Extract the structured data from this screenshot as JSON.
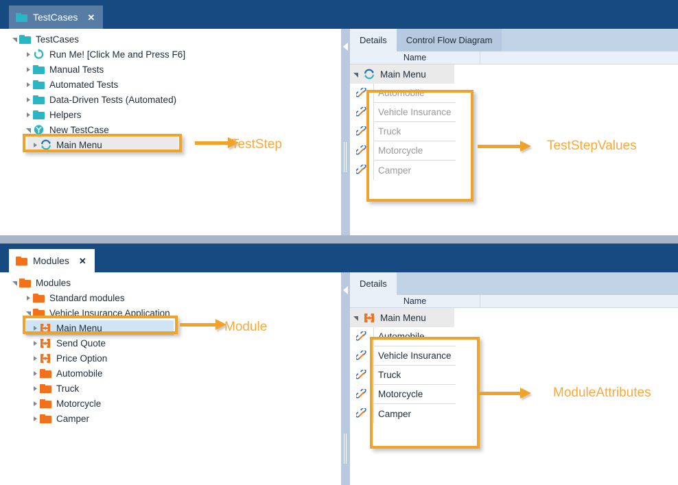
{
  "colors": {
    "header_blue": "#174a81",
    "tab_inactive_blue": "#587da5",
    "divider_gray": "#a7b5c8",
    "splitter_blue": "#b9c9e0",
    "annotation_orange": "#f0a32a",
    "annotation_label_orange": "#f5ab3c",
    "teal": "#29b6c4",
    "orange": "#f2711c",
    "selection_gray": "#eaeaea",
    "selection_blue": "#cfe4f5"
  },
  "top_section": {
    "document_tab": {
      "label": "TestCases",
      "icon": "folder-teal-icon",
      "close_label": "✕",
      "state": "inactive"
    },
    "tree": {
      "items": [
        {
          "label": "TestCases",
          "icon": "folder-teal-icon",
          "indent": 0,
          "twist": "expanded",
          "selected": false
        },
        {
          "label": "Run Me! [Click Me and Press F6]",
          "icon": "testcase-run-icon",
          "indent": 1,
          "twist": "collapsed",
          "selected": false
        },
        {
          "label": "Manual Tests",
          "icon": "folder-teal-icon",
          "indent": 1,
          "twist": "collapsed",
          "selected": false
        },
        {
          "label": "Automated Tests",
          "icon": "folder-teal-icon",
          "indent": 1,
          "twist": "collapsed",
          "selected": false
        },
        {
          "label": "Data-Driven Tests (Automated)",
          "icon": "folder-teal-icon",
          "indent": 1,
          "twist": "collapsed",
          "selected": false
        },
        {
          "label": "Helpers",
          "icon": "folder-teal-icon",
          "indent": 1,
          "twist": "collapsed",
          "selected": false
        },
        {
          "label": "New TestCase",
          "icon": "testcase-icon",
          "indent": 1,
          "twist": "expanded",
          "selected": false
        },
        {
          "label": "Main Menu",
          "icon": "teststep-icon",
          "indent": 2,
          "twist": "collapsed",
          "selected": true
        }
      ]
    },
    "details": {
      "tabs": [
        {
          "label": "Details",
          "active": true
        },
        {
          "label": "Control Flow Diagram",
          "active": false
        }
      ],
      "grid_headers": [
        "Name",
        ""
      ],
      "parent_row": {
        "label": "Main Menu",
        "icon": "teststep-icon",
        "twist": "expanded"
      },
      "value_rows": [
        {
          "label": "Automobile",
          "icon": "link-icon",
          "style": "gray"
        },
        {
          "label": "Vehicle Insurance",
          "icon": "link-icon",
          "style": "gray"
        },
        {
          "label": "Truck",
          "icon": "link-icon",
          "style": "gray"
        },
        {
          "label": "Motorcycle",
          "icon": "link-icon",
          "style": "gray"
        },
        {
          "label": "Camper",
          "icon": "link-icon",
          "style": "gray"
        }
      ]
    },
    "annotations": [
      {
        "label": "TestStep"
      },
      {
        "label": "TestStepValues"
      }
    ]
  },
  "bottom_section": {
    "document_tab": {
      "label": "Modules",
      "icon": "folder-orange-icon",
      "close_label": "✕",
      "state": "active"
    },
    "tree": {
      "items": [
        {
          "label": "Modules",
          "icon": "folder-orange-icon",
          "indent": 0,
          "twist": "expanded",
          "selected": false
        },
        {
          "label": "Standard modules",
          "icon": "folder-orange-icon",
          "indent": 1,
          "twist": "collapsed",
          "selected": false
        },
        {
          "label": "Vehicle Insurance Application",
          "icon": "folder-orange-icon",
          "indent": 1,
          "twist": "expanded",
          "selected": false
        },
        {
          "label": "Main Menu",
          "icon": "module-icon",
          "indent": 2,
          "twist": "collapsed",
          "selected": true
        },
        {
          "label": "Send Quote",
          "icon": "module-icon",
          "indent": 2,
          "twist": "collapsed",
          "selected": false
        },
        {
          "label": "Price Option",
          "icon": "module-icon",
          "indent": 2,
          "twist": "collapsed",
          "selected": false
        },
        {
          "label": "Automobile",
          "icon": "folder-orange-icon",
          "indent": 2,
          "twist": "collapsed",
          "selected": false
        },
        {
          "label": "Truck",
          "icon": "folder-orange-icon",
          "indent": 2,
          "twist": "collapsed",
          "selected": false
        },
        {
          "label": "Motorcycle",
          "icon": "folder-orange-icon",
          "indent": 2,
          "twist": "collapsed",
          "selected": false
        },
        {
          "label": "Camper",
          "icon": "folder-orange-icon",
          "indent": 2,
          "twist": "collapsed",
          "selected": false
        }
      ]
    },
    "details": {
      "tabs": [
        {
          "label": "Details",
          "active": true
        }
      ],
      "grid_headers": [
        "Name",
        ""
      ],
      "parent_row": {
        "label": "Main Menu",
        "icon": "module-icon",
        "twist": "expanded"
      },
      "value_rows": [
        {
          "label": "Automobile",
          "icon": "link-icon",
          "style": "dark"
        },
        {
          "label": "Vehicle Insurance",
          "icon": "link-icon",
          "style": "dark"
        },
        {
          "label": "Truck",
          "icon": "link-icon",
          "style": "dark"
        },
        {
          "label": "Motorcycle",
          "icon": "link-icon",
          "style": "dark"
        },
        {
          "label": "Camper",
          "icon": "link-icon",
          "style": "dark"
        }
      ]
    },
    "annotations": [
      {
        "label": "Module"
      },
      {
        "label": "ModuleAttributes"
      }
    ]
  }
}
